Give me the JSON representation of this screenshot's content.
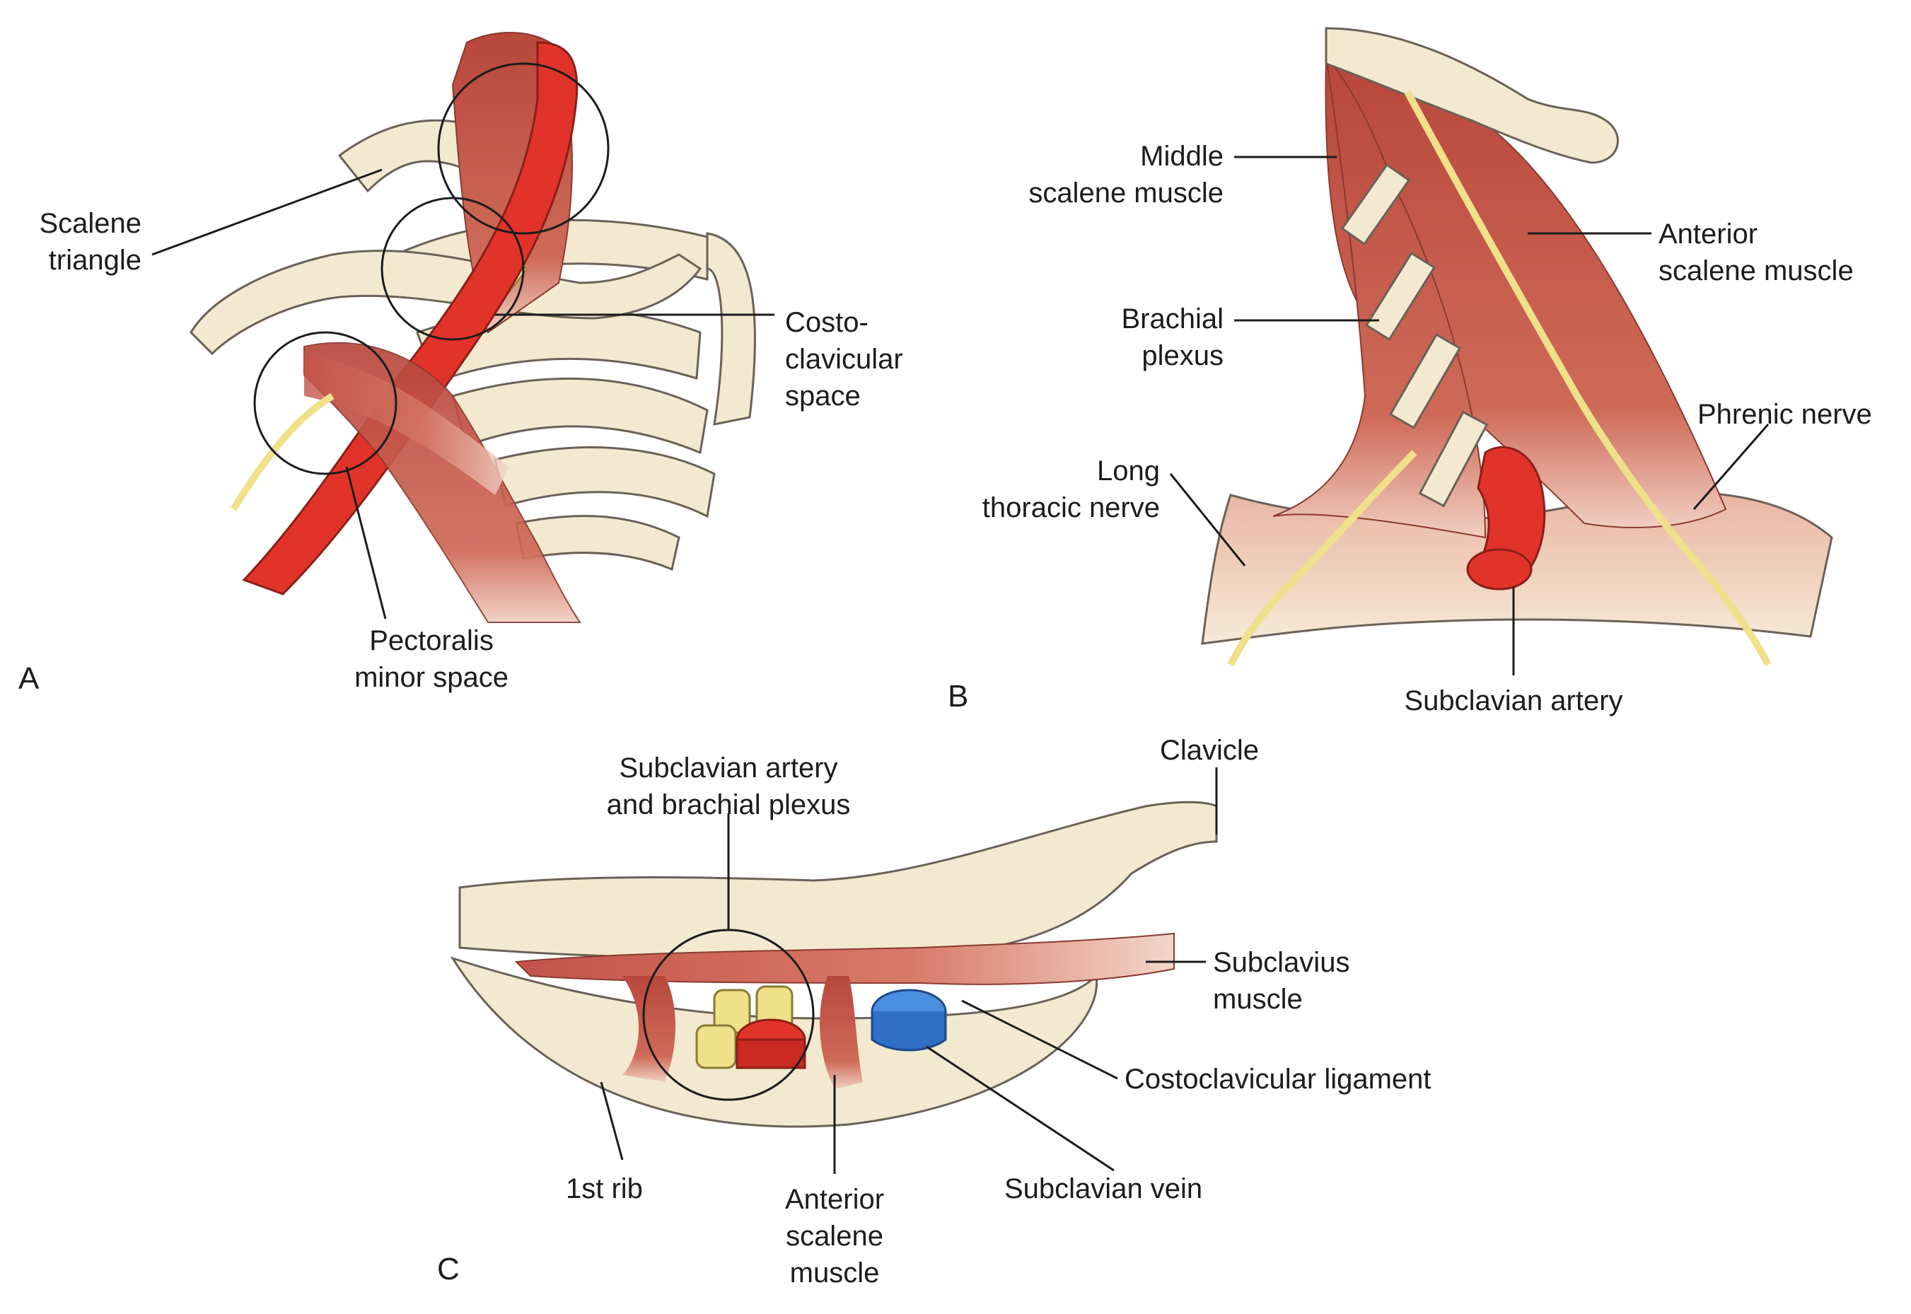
{
  "panels": {
    "a": {
      "letter": "A",
      "labels": {
        "scalene_triangle": [
          "Scalene",
          "triangle"
        ],
        "costoclavicular_space": [
          "Costo-",
          "clavicular",
          "space"
        ],
        "pectoralis_minor_space": [
          "Pectoralis",
          "minor space"
        ]
      }
    },
    "b": {
      "letter": "B",
      "labels": {
        "middle_scalene_muscle": [
          "Middle",
          "scalene muscle"
        ],
        "anterior_scalene_muscle": [
          "Anterior",
          "scalene muscle"
        ],
        "brachial_plexus": [
          "Brachial",
          "plexus"
        ],
        "phrenic_nerve": [
          "Phrenic nerve"
        ],
        "long_thoracic_nerve": [
          "Long",
          "thoracic nerve"
        ],
        "subclavian_artery": [
          "Subclavian artery"
        ]
      }
    },
    "c": {
      "letter": "C",
      "labels": {
        "subclavian_artery_and_brachial_plexus": [
          "Subclavian artery",
          "and brachial plexus"
        ],
        "clavicle": [
          "Clavicle"
        ],
        "subclavius_muscle": [
          "Subclavius",
          "muscle"
        ],
        "costoclavicular_ligament": [
          "Costoclavicular ligament"
        ],
        "subclavian_vein": [
          "Subclavian vein"
        ],
        "first_rib": [
          "1st rib"
        ],
        "anterior_scalene_muscle": [
          "Anterior",
          "scalene",
          "muscle"
        ]
      }
    }
  },
  "colors": {
    "bone": "#f2e9d0",
    "bone_outline": "#6b6158",
    "muscle": "#c9584a",
    "muscle_light": "#e7b3a3",
    "artery": "#e2332a",
    "nerve": "#efe08a",
    "vein": "#2f6fc4",
    "line": "#1c1c1c"
  }
}
